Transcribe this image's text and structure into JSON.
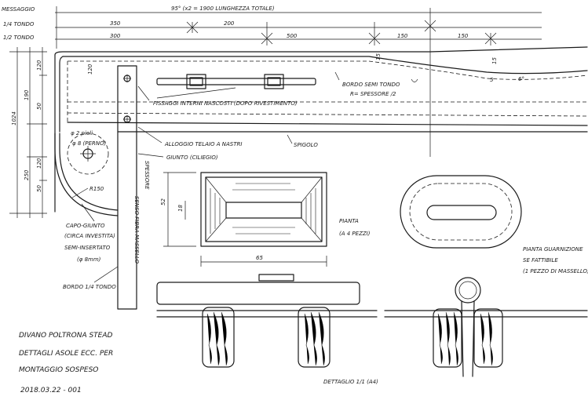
{
  "header": {
    "row_labels": [
      "MESSAGGIO",
      "1/4 TONDO",
      "1/2 TONDO"
    ],
    "total_length": "95° (x2 = 1900 LUNGHEZZA TOTALE)",
    "dims_row2": [
      "350",
      "200"
    ],
    "dims_row3": [
      "300",
      "500",
      "150",
      "150"
    ]
  },
  "top_view": {
    "dim_left": "120",
    "dim_right_a": "15",
    "dim_right_b": "15",
    "dim_right_c": "5",
    "bordo": "BORDO SEMI TONDO",
    "raggio": "R= SPESSORE /2",
    "angle": "6°"
  },
  "left_dims": {
    "d1": "1024",
    "d2": "190",
    "d3": "120",
    "d4": "50",
    "d5": "250",
    "d6": "50",
    "d7": "120"
  },
  "labels": {
    "fissaggi": "FISSAGGI INTERNI NASCOSTI (DOPO RIVESTIMENTO)",
    "alloggio": "ALLOGGIO TELAIO A NASTRI",
    "giunto": "GIUNTO (CILIEGIO)",
    "spigolo": "SPIGOLO",
    "spessore": "SPESSORE",
    "r150": "R150",
    "foro_a": "φ 2 pioli",
    "foro_b": "φ 8 (PERNO)",
    "capo_giunto": "CAPO-GIUNTO",
    "capo_giunto_sub": "(CIRCA INVESTITA)",
    "semi_inserto": "SEMI-INSERTATO",
    "diam_8": "(φ 8mm)",
    "bordo_tondo": "BORDO 1/4 TONDO",
    "senso_fibra": "SENSO FIBRA MASSELLO"
  },
  "pianta": {
    "label": "PIANTA",
    "qty": "(A 4 PEZZI)",
    "dim_w": "65",
    "dim_h": "52",
    "dim_inner": "18"
  },
  "pianta_guarnizione": {
    "line1": "PIANTA GUARNIZIONE",
    "line2": "SE FATTIBILE",
    "line3": "(1 PEZZO DI MASSELLO)"
  },
  "dettaglio": "DETTAGLIO 1/1 (A4)",
  "title_block": {
    "line1": "DIVANO POLTRONA STEAD",
    "line2": "DETTAGLI ASOLE ECC. PER",
    "line3": "MONTAGGIO SOSPESO",
    "date": "2018.03.22 - 001"
  }
}
